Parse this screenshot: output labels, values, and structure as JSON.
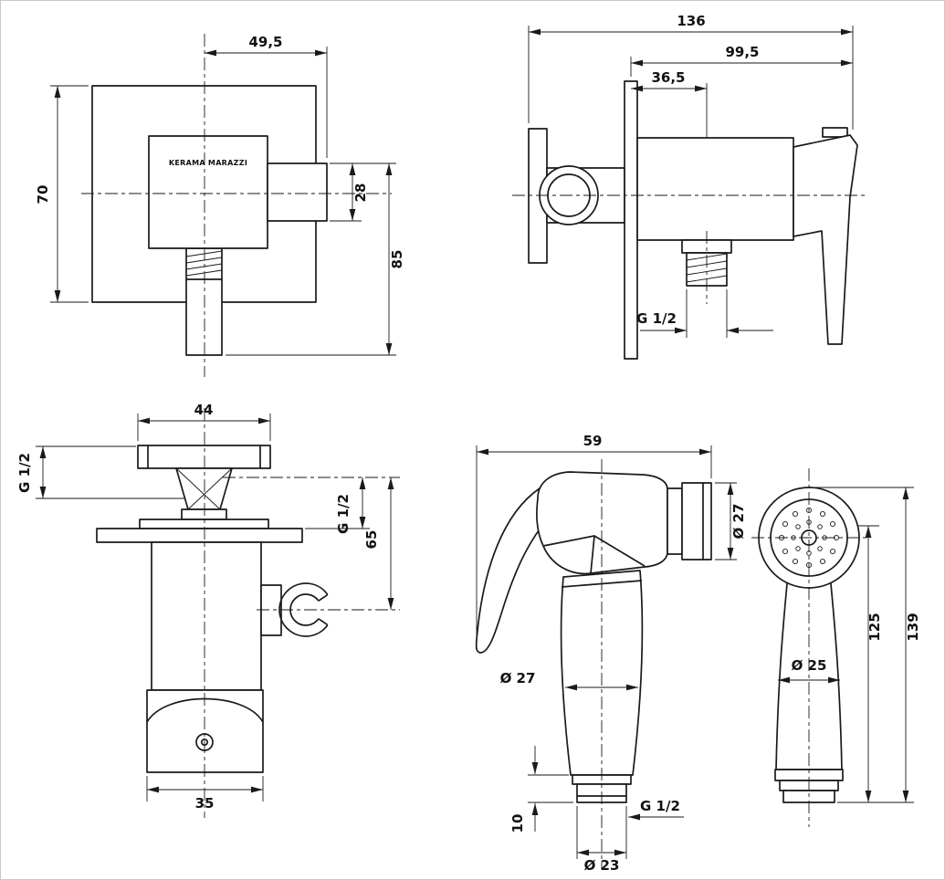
{
  "colors": {
    "background": "#ffffff",
    "line": "#1a1a1a"
  },
  "brand_label": "KERAMA MARAZZI",
  "views": {
    "mixer_front": {
      "dims": {
        "width": "49,5",
        "plate_height": "70",
        "spout_height": "28",
        "total_height": "85"
      }
    },
    "mixer_side": {
      "dims": {
        "total_length": "136",
        "body_length": "99,5",
        "outlet_offset": "36,5",
        "outlet_thread": "G 1/2"
      }
    },
    "holder": {
      "dims": {
        "handle_width": "44",
        "inlet_thread": "G 1/2",
        "outlet_thread": "G 1/2",
        "height": "65",
        "cup_width": "35"
      }
    },
    "sprayer_side": {
      "dims": {
        "length": "59",
        "head_diameter": "Ø 27",
        "body_diameter": "Ø 27",
        "fitting_height": "10",
        "thread": "G 1/2",
        "bottom_diameter": "Ø 23"
      }
    },
    "sprayer_front": {
      "dims": {
        "body_diameter": "Ø 25",
        "partial_height": "125",
        "total_height": "139"
      }
    }
  }
}
